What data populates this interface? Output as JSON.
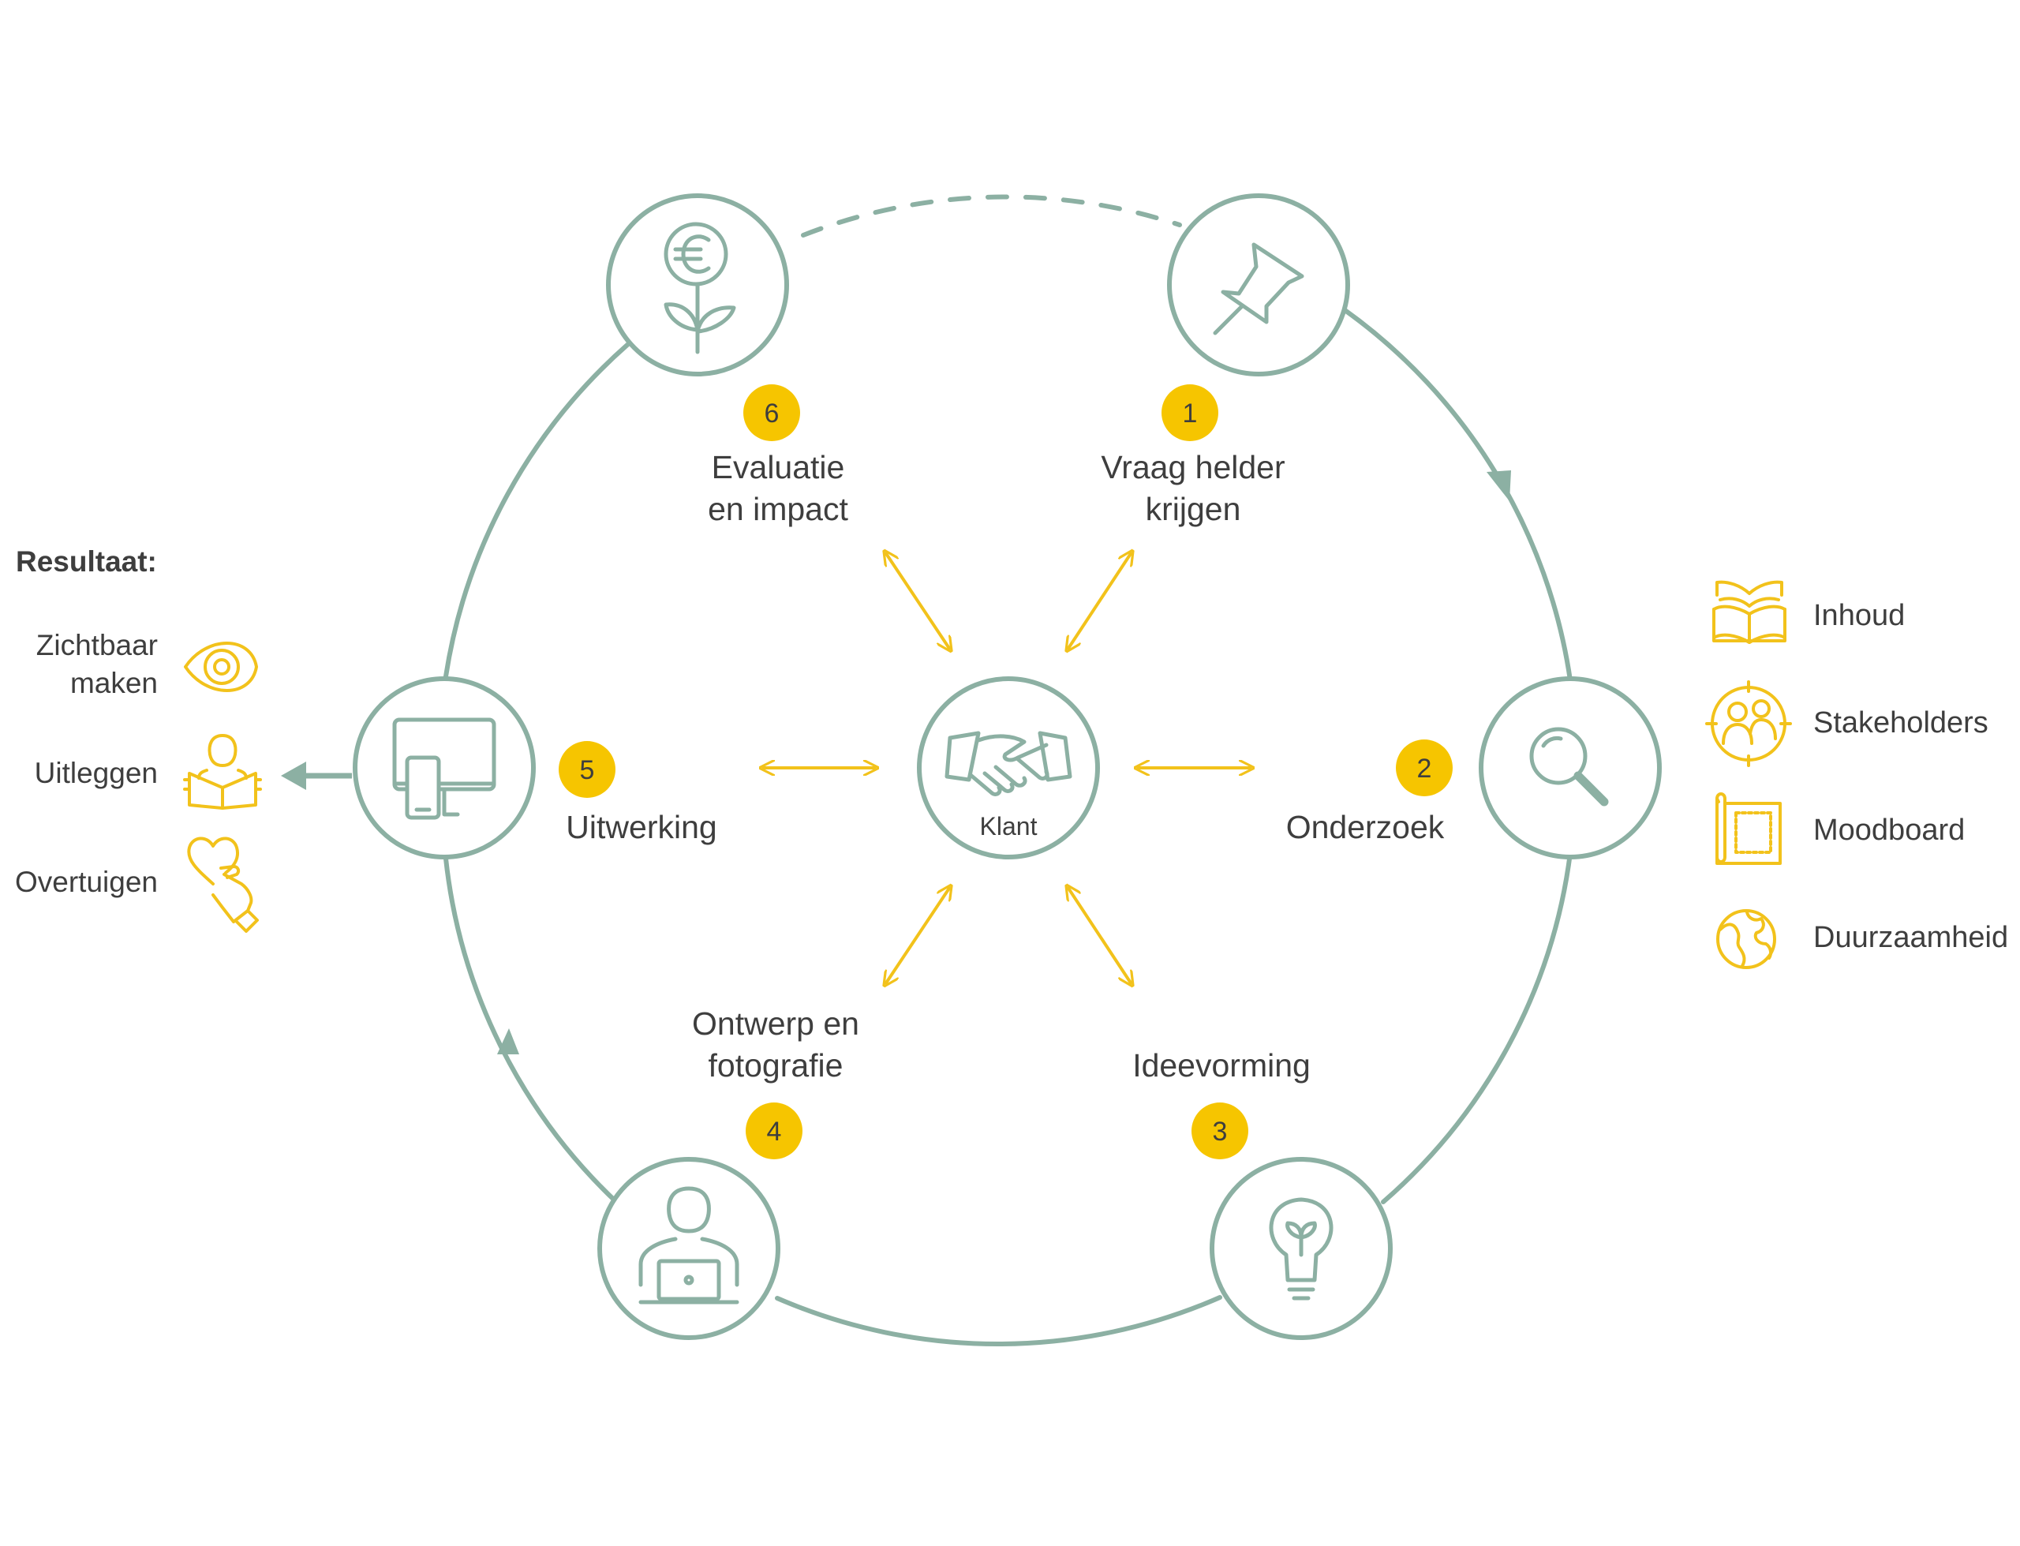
{
  "colors": {
    "ring": "#8cb0a3",
    "accent": "#f6c500",
    "accent_stroke": "#f2c21b",
    "text": "#3e3e3e"
  },
  "center": {
    "label": "Klant",
    "icon": "handshake-icon"
  },
  "steps": [
    {
      "number": "1",
      "label_lines": [
        "Vraag helder",
        "krijgen"
      ],
      "icon": "pushpin-icon"
    },
    {
      "number": "2",
      "label_lines": [
        "Onderzoek"
      ],
      "icon": "magnifier-icon"
    },
    {
      "number": "3",
      "label_lines": [
        "Ideevorming"
      ],
      "icon": "lightbulb-icon"
    },
    {
      "number": "4",
      "label_lines": [
        "Ontwerp en",
        "fotografie"
      ],
      "icon": "person-laptop-icon"
    },
    {
      "number": "5",
      "label_lines": [
        "Uitwerking"
      ],
      "icon": "devices-icon"
    },
    {
      "number": "6",
      "label_lines": [
        "Evaluatie",
        "en impact"
      ],
      "icon": "euro-plant-icon"
    }
  ],
  "results": {
    "title": "Resultaat:",
    "items": [
      {
        "label_lines": [
          "Zichtbaar",
          "maken"
        ],
        "icon": "eye-icon"
      },
      {
        "label_lines": [
          "Uitleggen"
        ],
        "icon": "reading-person-icon"
      },
      {
        "label_lines": [
          "Overtuigen"
        ],
        "icon": "heart-hand-icon"
      }
    ]
  },
  "categories": [
    {
      "label": "Inhoud",
      "icon": "book-icon"
    },
    {
      "label": "Stakeholders",
      "icon": "people-target-icon"
    },
    {
      "label": "Moodboard",
      "icon": "moodboard-icon"
    },
    {
      "label": "Duurzaamheid",
      "icon": "globe-icon"
    }
  ]
}
